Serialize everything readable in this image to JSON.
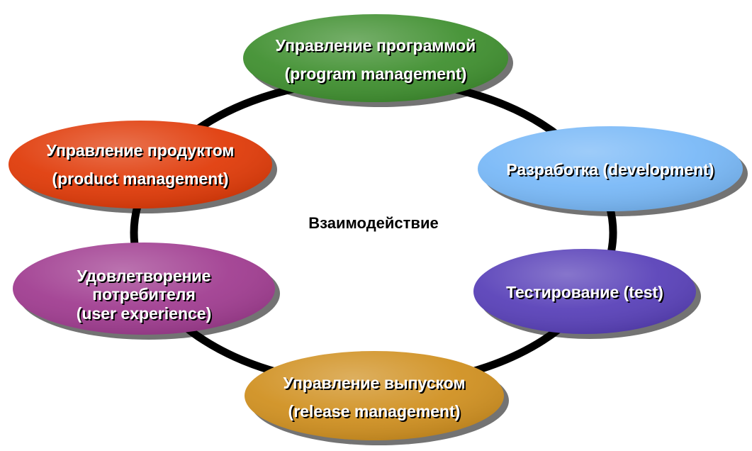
{
  "center_label": "Взаимодействие",
  "nodes": [
    {
      "id": "program-management",
      "lines": [
        "Управление программой",
        "(program management)"
      ],
      "color": "#3f8f2f"
    },
    {
      "id": "development",
      "lines": [
        "Разработка (development)"
      ],
      "color": "#78b8f7"
    },
    {
      "id": "test",
      "lines": [
        "Тестирование (test)"
      ],
      "color": "#5840b8"
    },
    {
      "id": "release-management",
      "lines": [
        "Управление выпуском",
        "(release management)"
      ],
      "color": "#d09020"
    },
    {
      "id": "user-experience",
      "lines": [
        "Удовлетворение",
        "потребителя",
        "(user experience)"
      ],
      "color": "#a03c90"
    },
    {
      "id": "product-management",
      "lines": [
        "Управление продуктом",
        "(product management)"
      ],
      "color": "#e03a08"
    }
  ],
  "ring_color": "#000000"
}
